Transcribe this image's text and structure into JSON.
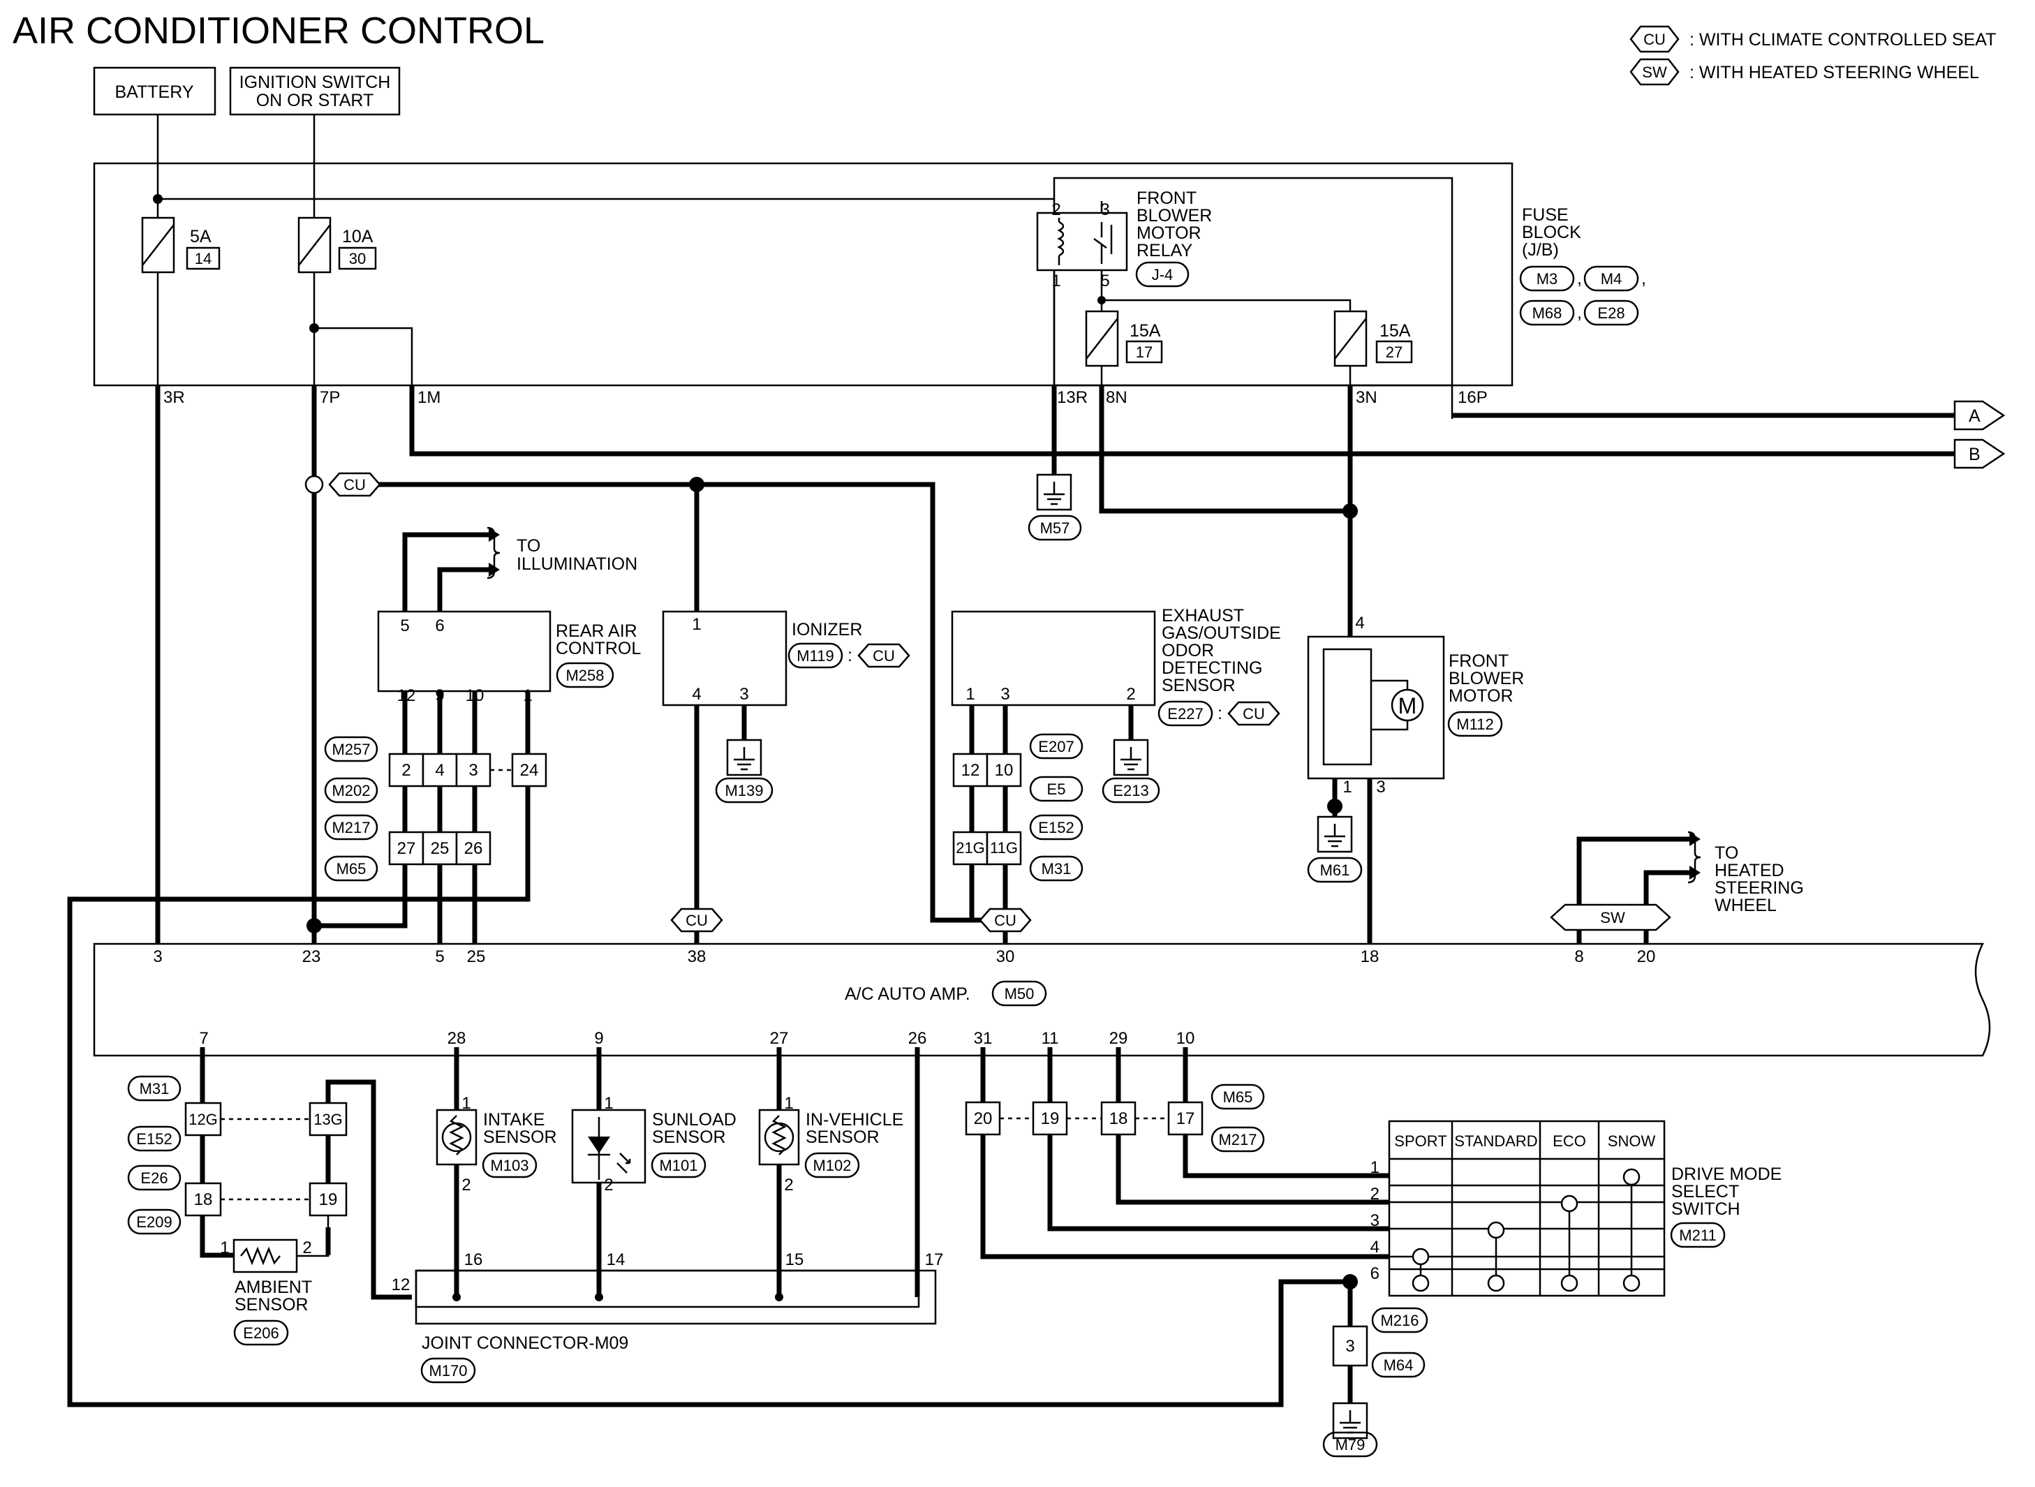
{
  "title": "AIR CONDITIONER CONTROL",
  "legend": [
    {
      "code": "CU",
      "text": ": WITH CLIMATE CONTROLLED SEAT"
    },
    {
      "code": "SW",
      "text": ": WITH HEATED STEERING WHEEL"
    }
  ],
  "power": {
    "battery": "BATTERY",
    "ignition_1": "IGNITION SWITCH",
    "ignition_2": "ON OR START"
  },
  "fuse_block": {
    "label": [
      "FUSE",
      "BLOCK",
      "(J/B)"
    ],
    "connectors": [
      "M3",
      "M4",
      "M68",
      "E28"
    ],
    "fuses": [
      {
        "rating": "5A",
        "number": "14"
      },
      {
        "rating": "10A",
        "number": "30"
      },
      {
        "rating": "15A",
        "number": "17"
      },
      {
        "rating": "15A",
        "number": "27"
      }
    ],
    "relay": {
      "label": [
        "FRONT",
        "BLOWER",
        "MOTOR",
        "RELAY"
      ],
      "connector": "J-4",
      "pins": [
        "2",
        "3",
        "1",
        "5"
      ]
    },
    "terminals": [
      "3R",
      "7P",
      "1M",
      "13R",
      "8N",
      "3N",
      "16P"
    ]
  },
  "offpage": [
    "A",
    "B"
  ],
  "grounds": [
    "M57",
    "M139",
    "E213",
    "M61",
    "M79"
  ],
  "rear_air_control": {
    "label": [
      "REAR AIR",
      "CONTROL"
    ],
    "connector": "M258",
    "top_pins": [
      "5",
      "6"
    ],
    "bottom_pins": [
      "12",
      "9",
      "10",
      "1"
    ]
  },
  "illumination": [
    "TO",
    "ILLUMINATION"
  ],
  "inline_rear": {
    "connectors": [
      "M257",
      "M202",
      "M217",
      "M65"
    ],
    "row1": [
      "2",
      "4",
      "3",
      "24"
    ],
    "row2": [
      "27",
      "25",
      "26"
    ]
  },
  "ionizer": {
    "label": "IONIZER",
    "connector": "M119",
    "pins": [
      "1",
      "4",
      "3"
    ]
  },
  "exhaust_sensor": {
    "label": [
      "EXHAUST",
      "GAS/OUTSIDE",
      "ODOR",
      "DETECTING",
      "SENSOR"
    ],
    "connector": "E227",
    "pins": [
      "1",
      "3",
      "2"
    ]
  },
  "inline_exhaust": {
    "connectors": [
      "E207",
      "E5",
      "E152",
      "M31"
    ],
    "row1": [
      "12",
      "10"
    ],
    "row2": [
      "21G",
      "11G"
    ]
  },
  "blower_motor": {
    "label": [
      "FRONT",
      "BLOWER",
      "MOTOR"
    ],
    "connector": "M112",
    "pins": [
      "4",
      "1",
      "3"
    ],
    "symbol": "M"
  },
  "heated_wheel": [
    "TO",
    "HEATED",
    "STEERING",
    "WHEEL"
  ],
  "amp": {
    "label": "A/C AUTO AMP.",
    "connector": "M50",
    "top_pins": [
      "3",
      "23",
      "5",
      "25",
      "38",
      "30",
      "18",
      "8",
      "20"
    ],
    "bottom_pins": [
      "7",
      "28",
      "9",
      "27",
      "26",
      "31",
      "11",
      "29",
      "10"
    ]
  },
  "ambient": {
    "label": [
      "AMBIENT",
      "SENSOR"
    ],
    "connector": "E206",
    "inline_connectors": [
      "M31",
      "E152",
      "E26",
      "E209"
    ],
    "row1": [
      "12G",
      "13G"
    ],
    "row2": [
      "18",
      "19"
    ],
    "pins": [
      "1",
      "2"
    ]
  },
  "intake": {
    "label": [
      "INTAKE",
      "SENSOR"
    ],
    "connector": "M103",
    "pins": [
      "1",
      "2"
    ]
  },
  "sunload": {
    "label": [
      "SUNLOAD",
      "SENSOR"
    ],
    "connector": "M101",
    "pins": [
      "1",
      "2"
    ]
  },
  "invehicle": {
    "label": [
      "IN-VEHICLE",
      "SENSOR"
    ],
    "connector": "M102",
    "pins": [
      "1",
      "2"
    ]
  },
  "joint": {
    "label": "JOINT CONNECTOR-M09",
    "connector": "M170",
    "pins": [
      "16",
      "14",
      "15",
      "17",
      "12"
    ]
  },
  "drive_inline": {
    "connectors": [
      "M65",
      "M217"
    ],
    "pins": [
      "20",
      "19",
      "18",
      "17"
    ]
  },
  "drive_mode": {
    "label": [
      "DRIVE MODE",
      "SELECT",
      "SWITCH"
    ],
    "connector": "M211",
    "modes": [
      "SPORT",
      "STANDARD",
      "ECO",
      "SNOW"
    ],
    "pins": [
      "1",
      "2",
      "3",
      "4",
      "6"
    ]
  },
  "ground_inline": {
    "connectors": [
      "M216",
      "M64"
    ],
    "pin": "3"
  }
}
